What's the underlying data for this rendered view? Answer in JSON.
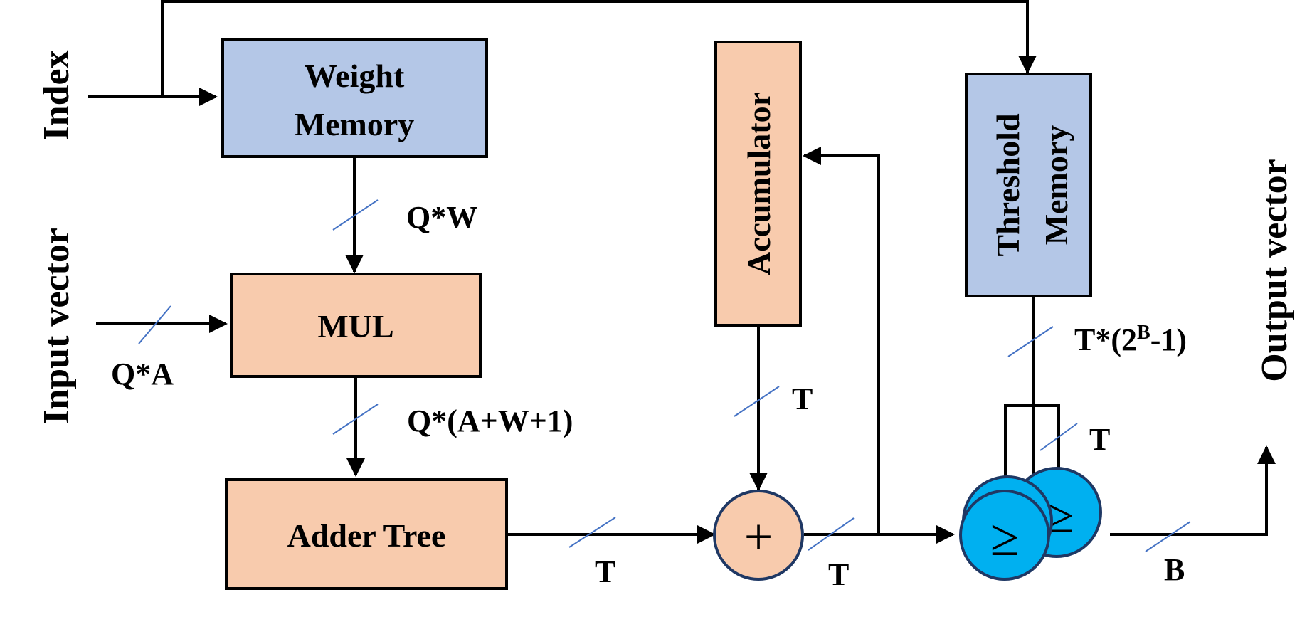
{
  "colors": {
    "memory_fill": "#b4c7e7",
    "compute_fill": "#f8cbad",
    "comparator_fill": "#00b0f0",
    "stroke": "#000000",
    "bus_tick": "#4472c4"
  },
  "blocks": {
    "weight_memory": {
      "line1": "Weight",
      "line2": "Memory"
    },
    "mul": {
      "label": "MUL"
    },
    "adder_tree": {
      "label": "Adder Tree"
    },
    "accumulator": {
      "label": "Accumulator"
    },
    "threshold_memory": {
      "line1": "Threshold",
      "line2": "Memory"
    },
    "adder": {
      "symbol": "+"
    },
    "comparator": {
      "symbol": "≥"
    }
  },
  "inputs": {
    "index": "Index",
    "input_vector": "Input vector"
  },
  "outputs": {
    "output_vector": "Output vector"
  },
  "bus_labels": {
    "weight_to_mul": "Q*W",
    "input_to_mul": "Q*A",
    "mul_to_adder_tree": "Q*(A+W+1)",
    "adder_tree_to_adder": "T",
    "accumulator_to_adder": "T",
    "adder_out": "T",
    "threshold_out_base": "T*(2",
    "threshold_out_sup": "B",
    "threshold_out_tail": "-1)",
    "comparator_threshold": "T",
    "comparator_out": "B"
  }
}
